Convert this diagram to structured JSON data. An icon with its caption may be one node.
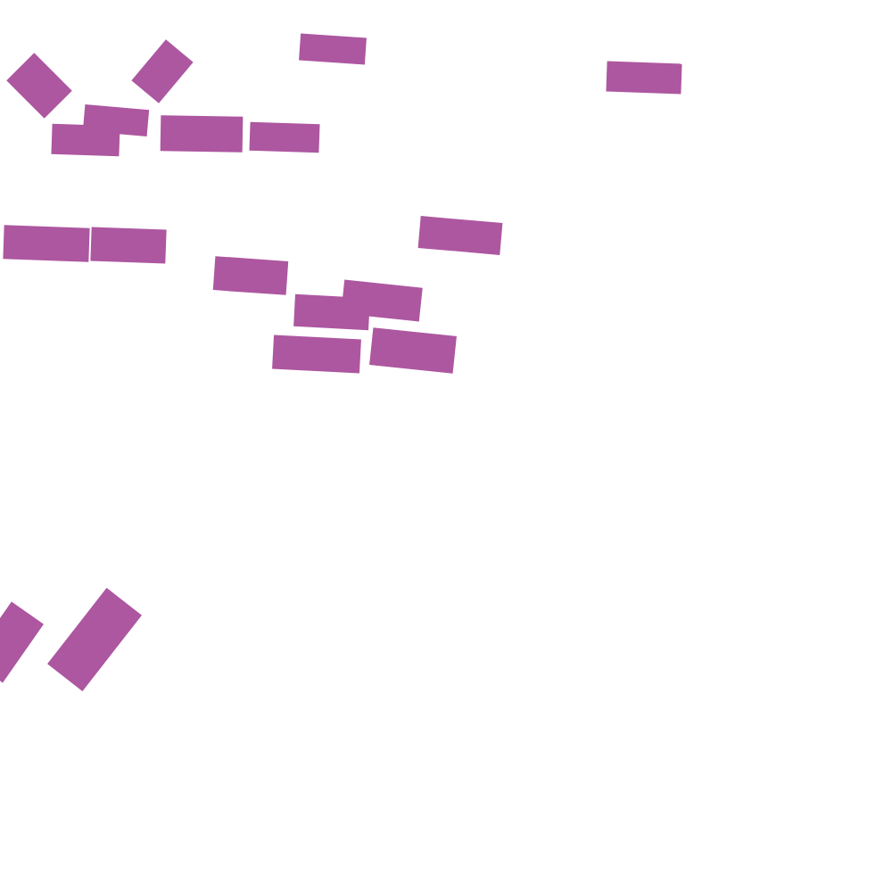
{
  "diagram": {
    "nodes": [
      {
        "text": [],
        "shape": "bar"
      },
      {
        "text": [],
        "shape": "bar"
      },
      {
        "text": [],
        "shape": "bar"
      },
      {
        "text": [],
        "shape": "bar"
      },
      {
        "text": [],
        "shape": "bar"
      },
      {
        "text": [],
        "shape": "bar"
      },
      {
        "text": [],
        "shape": "bar"
      },
      {
        "text": [],
        "shape": "bar"
      },
      {
        "text": [],
        "shape": "bar"
      },
      {
        "text": [],
        "shape": "bar"
      },
      {
        "text": [],
        "shape": "bar"
      },
      {
        "text": [],
        "shape": "bar"
      },
      {
        "text": [],
        "shape": "bar"
      },
      {
        "text": [],
        "shape": "bar"
      },
      {
        "text": [],
        "shape": "bar"
      },
      {
        "text": [],
        "shape": "bar"
      },
      {
        "text": [],
        "shape": "bar"
      },
      {
        "text": [],
        "shape": "bar"
      }
    ]
  }
}
